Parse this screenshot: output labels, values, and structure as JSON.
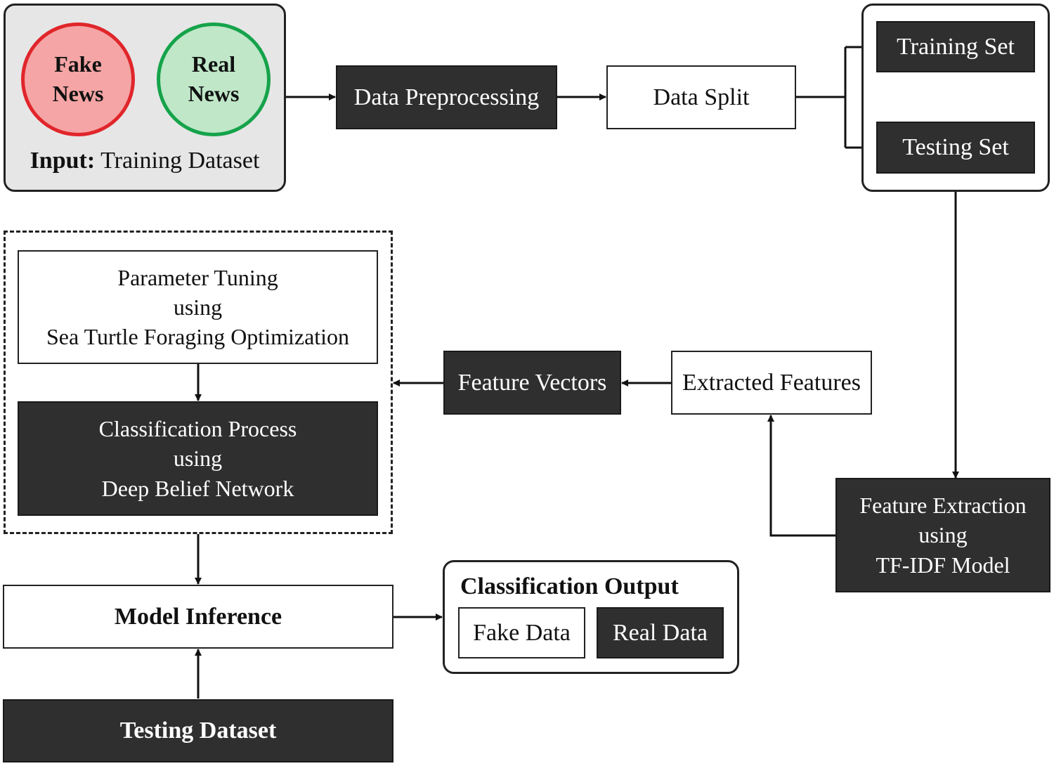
{
  "input": {
    "fake_circle": [
      "Fake",
      "News"
    ],
    "real_circle": [
      "Real",
      "News"
    ],
    "caption_bold": "Input:",
    "caption_rest": " Training Dataset"
  },
  "pipeline": {
    "preprocessing": "Data Preprocessing",
    "split": "Data Split",
    "training_set": "Training Set",
    "testing_set": "Testing Set",
    "feature_extraction": [
      "Feature Extraction",
      "using",
      "TF-IDF Model"
    ],
    "extracted_features": "Extracted Features",
    "feature_vectors": "Feature Vectors"
  },
  "dbn": {
    "parameter_tuning": [
      "Parameter Tuning",
      "using",
      "Sea Turtle Foraging Optimization"
    ],
    "classification": [
      "Classification Process",
      "using",
      "Deep Belief Network"
    ]
  },
  "inference": {
    "model_inference": "Model Inference",
    "testing_dataset": "Testing Dataset"
  },
  "output": {
    "title": "Classification Output",
    "fake": "Fake Data",
    "real": "Real Data"
  },
  "colors": {
    "dark_box": "#2f2f2f",
    "fake_fill": "#f5a5a5",
    "fake_stroke": "#e0262b",
    "real_fill": "#bfe7c8",
    "real_stroke": "#15a34a",
    "input_panel": "#e6e6e6"
  }
}
